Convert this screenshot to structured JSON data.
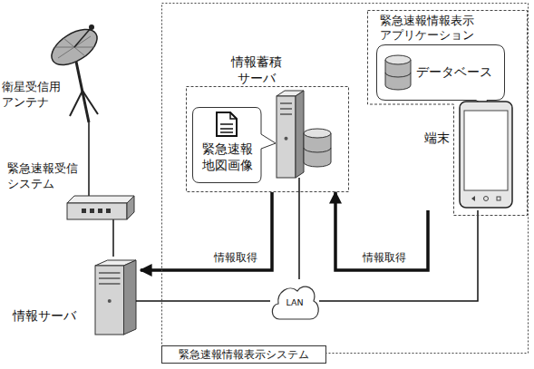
{
  "diagram": {
    "nodes": [
      {
        "text": [
          "衛星受信用アンテナ"
        ]
      },
      {
        "text": [
          "緊急速報受信システム"
        ]
      },
      {
        "text": [
          "情報サーバ"
        ]
      },
      {
        "text": [
          "緊急速報情報表示システム"
        ]
      },
      {
        "text": [
          "情報蓄積サーバ"
        ],
        "in": 3
      },
      {
        "text": [
          "緊急速報地図画像"
        ],
        "in": 4
      },
      {
        "text": [
          "緊急速報情報表示アプリケーション"
        ],
        "in": 3
      },
      {
        "text": [
          "データベース"
        ],
        "in": 6
      },
      {
        "text": [
          "端末"
        ],
        "in": 6
      },
      {
        "text": [
          "LAN"
        ],
        "in": 3
      }
    ],
    "edges": [
      {
        "from": 0,
        "to": 1,
        "arrow": "none"
      },
      {
        "from": 1,
        "to": 2,
        "arrow": "none"
      },
      {
        "from": 2,
        "to": 9,
        "arrow": "none"
      },
      {
        "from": 9,
        "to": 4,
        "arrow": "none"
      },
      {
        "from": 9,
        "to": 8,
        "arrow": "none"
      },
      {
        "from": 4,
        "to": 2,
        "label": "情報取得",
        "arrow": "to"
      },
      {
        "from": 8,
        "to": 4,
        "label": "情報取得",
        "arrow": "to"
      }
    ]
  }
}
